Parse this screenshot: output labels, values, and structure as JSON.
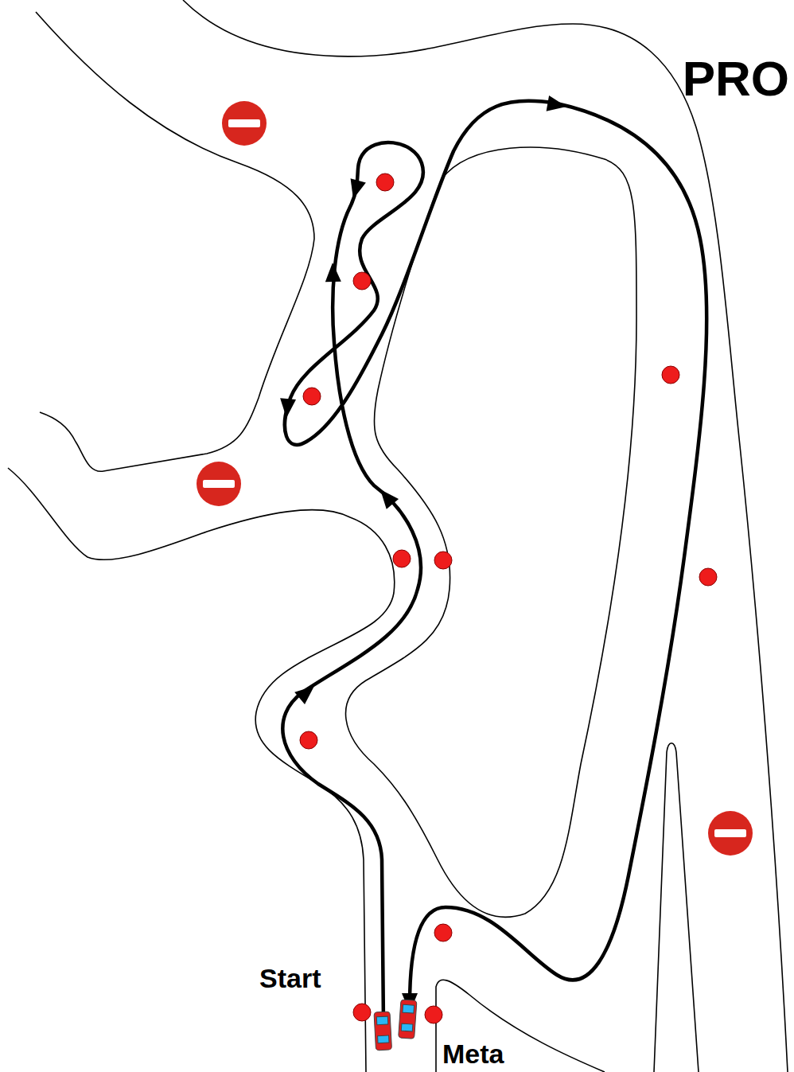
{
  "diagram": {
    "title": "PRO",
    "labels": [
      "Start",
      "Meta"
    ]
  }
}
